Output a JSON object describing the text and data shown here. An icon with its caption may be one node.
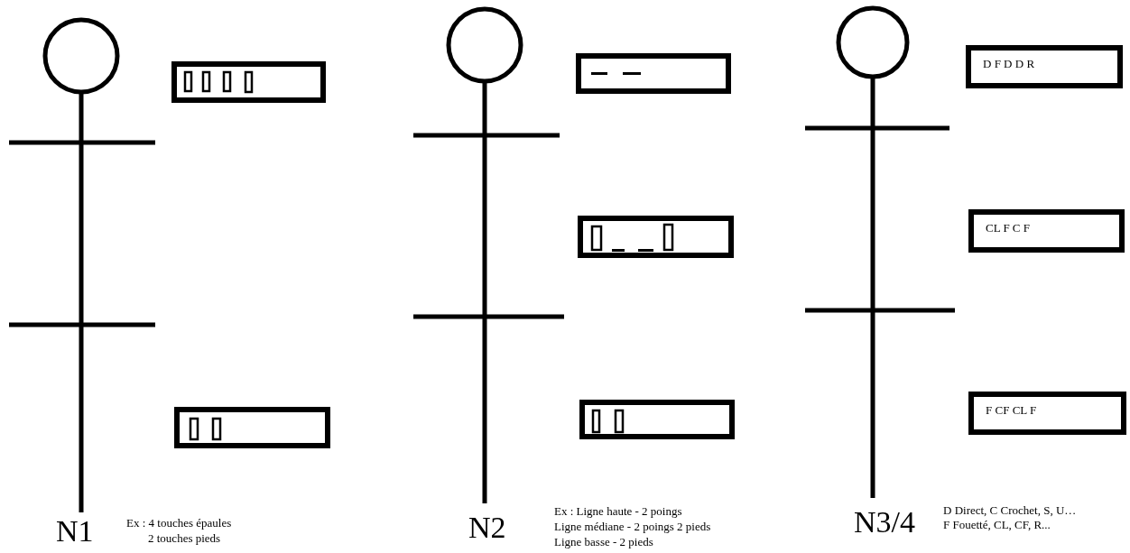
{
  "diagram": {
    "nodes": [
      {
        "text": [],
        "shape": "box"
      },
      {
        "text": [],
        "shape": "box"
      },
      {
        "text": [],
        "shape": "box"
      },
      {
        "text": [],
        "shape": "box"
      },
      {
        "text": [],
        "shape": "box"
      },
      {
        "text": [
          "D F D D R"
        ]
      },
      {
        "text": [
          "CL F C F"
        ]
      },
      {
        "text": [
          "F CF CL F"
        ]
      }
    ],
    "edges": [],
    "labels": [
      "N1",
      "Ex : 4 touches épaules",
      "2 touches pieds",
      "N2",
      "Ex : Ligne haute - 2 poings",
      "Ligne médiane - 2 poings 2 pieds",
      "Ligne basse - 2 pieds",
      "N3/4",
      "D Direct, C Crochet, S, U…",
      "F Fouetté, CL, CF, R..."
    ]
  }
}
